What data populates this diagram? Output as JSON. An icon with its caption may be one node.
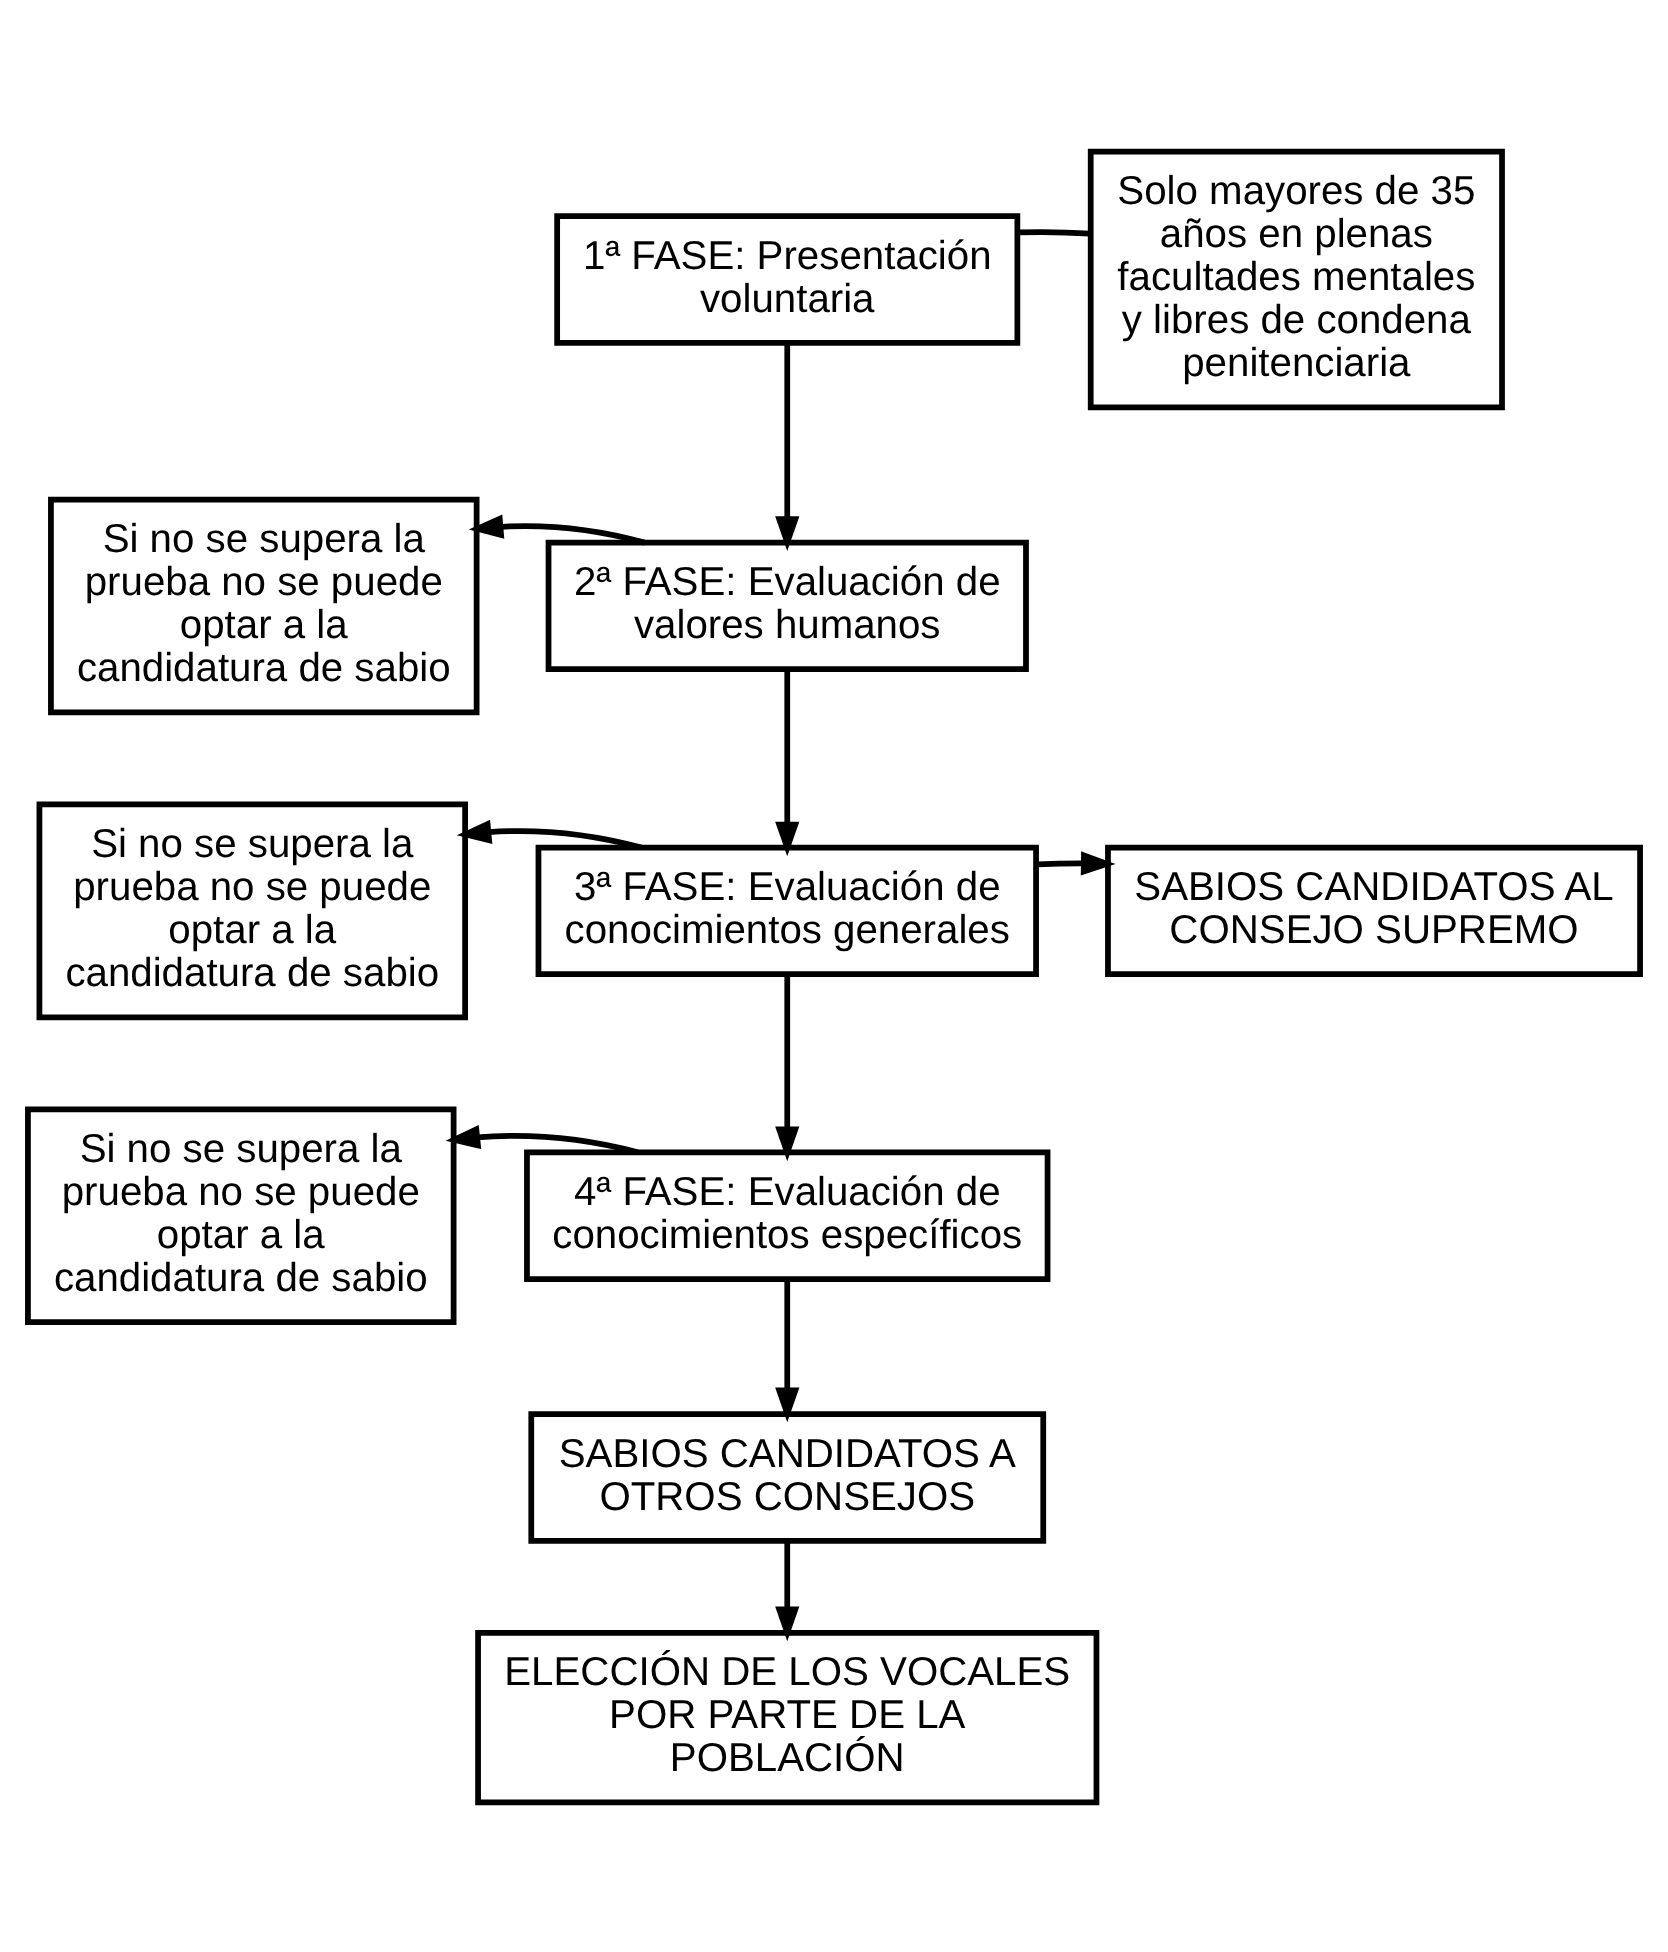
{
  "diagram": {
    "nodes": [
      {
        "text": [
          "1ª FASE: Presentación voluntaria"
        ]
      },
      {
        "text": [
          "Solo mayores de 35 años en plenas facultades mentales y libres de condena penitenciaria"
        ]
      },
      {
        "text": [
          "Si no se supera la prueba no se puede optar a la candidatura de sabio"
        ]
      },
      {
        "text": [
          "2ª FASE: Evaluación de valores humanos"
        ]
      },
      {
        "text": [
          "Si no se supera la prueba no se puede optar a la candidatura de sabio"
        ]
      },
      {
        "text": [
          "3ª FASE: Evaluación de conocimientos generales"
        ]
      },
      {
        "text": [
          "SABIOS CANDIDATOS AL CONSEJO SUPREMO"
        ]
      },
      {
        "text": [
          "Si no se supera la prueba no se puede optar a la candidatura de sabio"
        ]
      },
      {
        "text": [
          "4ª FASE: Evaluación de conocimientos específicos"
        ]
      },
      {
        "text": [
          "SABIOS CANDIDATOS A OTROS CONSEJOS"
        ]
      },
      {
        "text": [
          "ELECCIÓN DE LOS VOCALES POR PARTE DE LA POBLACIÓN"
        ]
      }
    ],
    "edges": [
      {
        "from": 0,
        "to": 1,
        "arrow": "none"
      },
      {
        "from": 0,
        "to": 3,
        "arrow": "to"
      },
      {
        "from": 3,
        "to": 2,
        "arrow": "to"
      },
      {
        "from": 3,
        "to": 5,
        "arrow": "to"
      },
      {
        "from": 5,
        "to": 4,
        "arrow": "to"
      },
      {
        "from": 5,
        "to": 6,
        "arrow": "to"
      },
      {
        "from": 5,
        "to": 8,
        "arrow": "to"
      },
      {
        "from": 8,
        "to": 7,
        "arrow": "to"
      },
      {
        "from": 8,
        "to": 9,
        "arrow": "to"
      },
      {
        "from": 9,
        "to": 10,
        "arrow": "to"
      }
    ]
  }
}
